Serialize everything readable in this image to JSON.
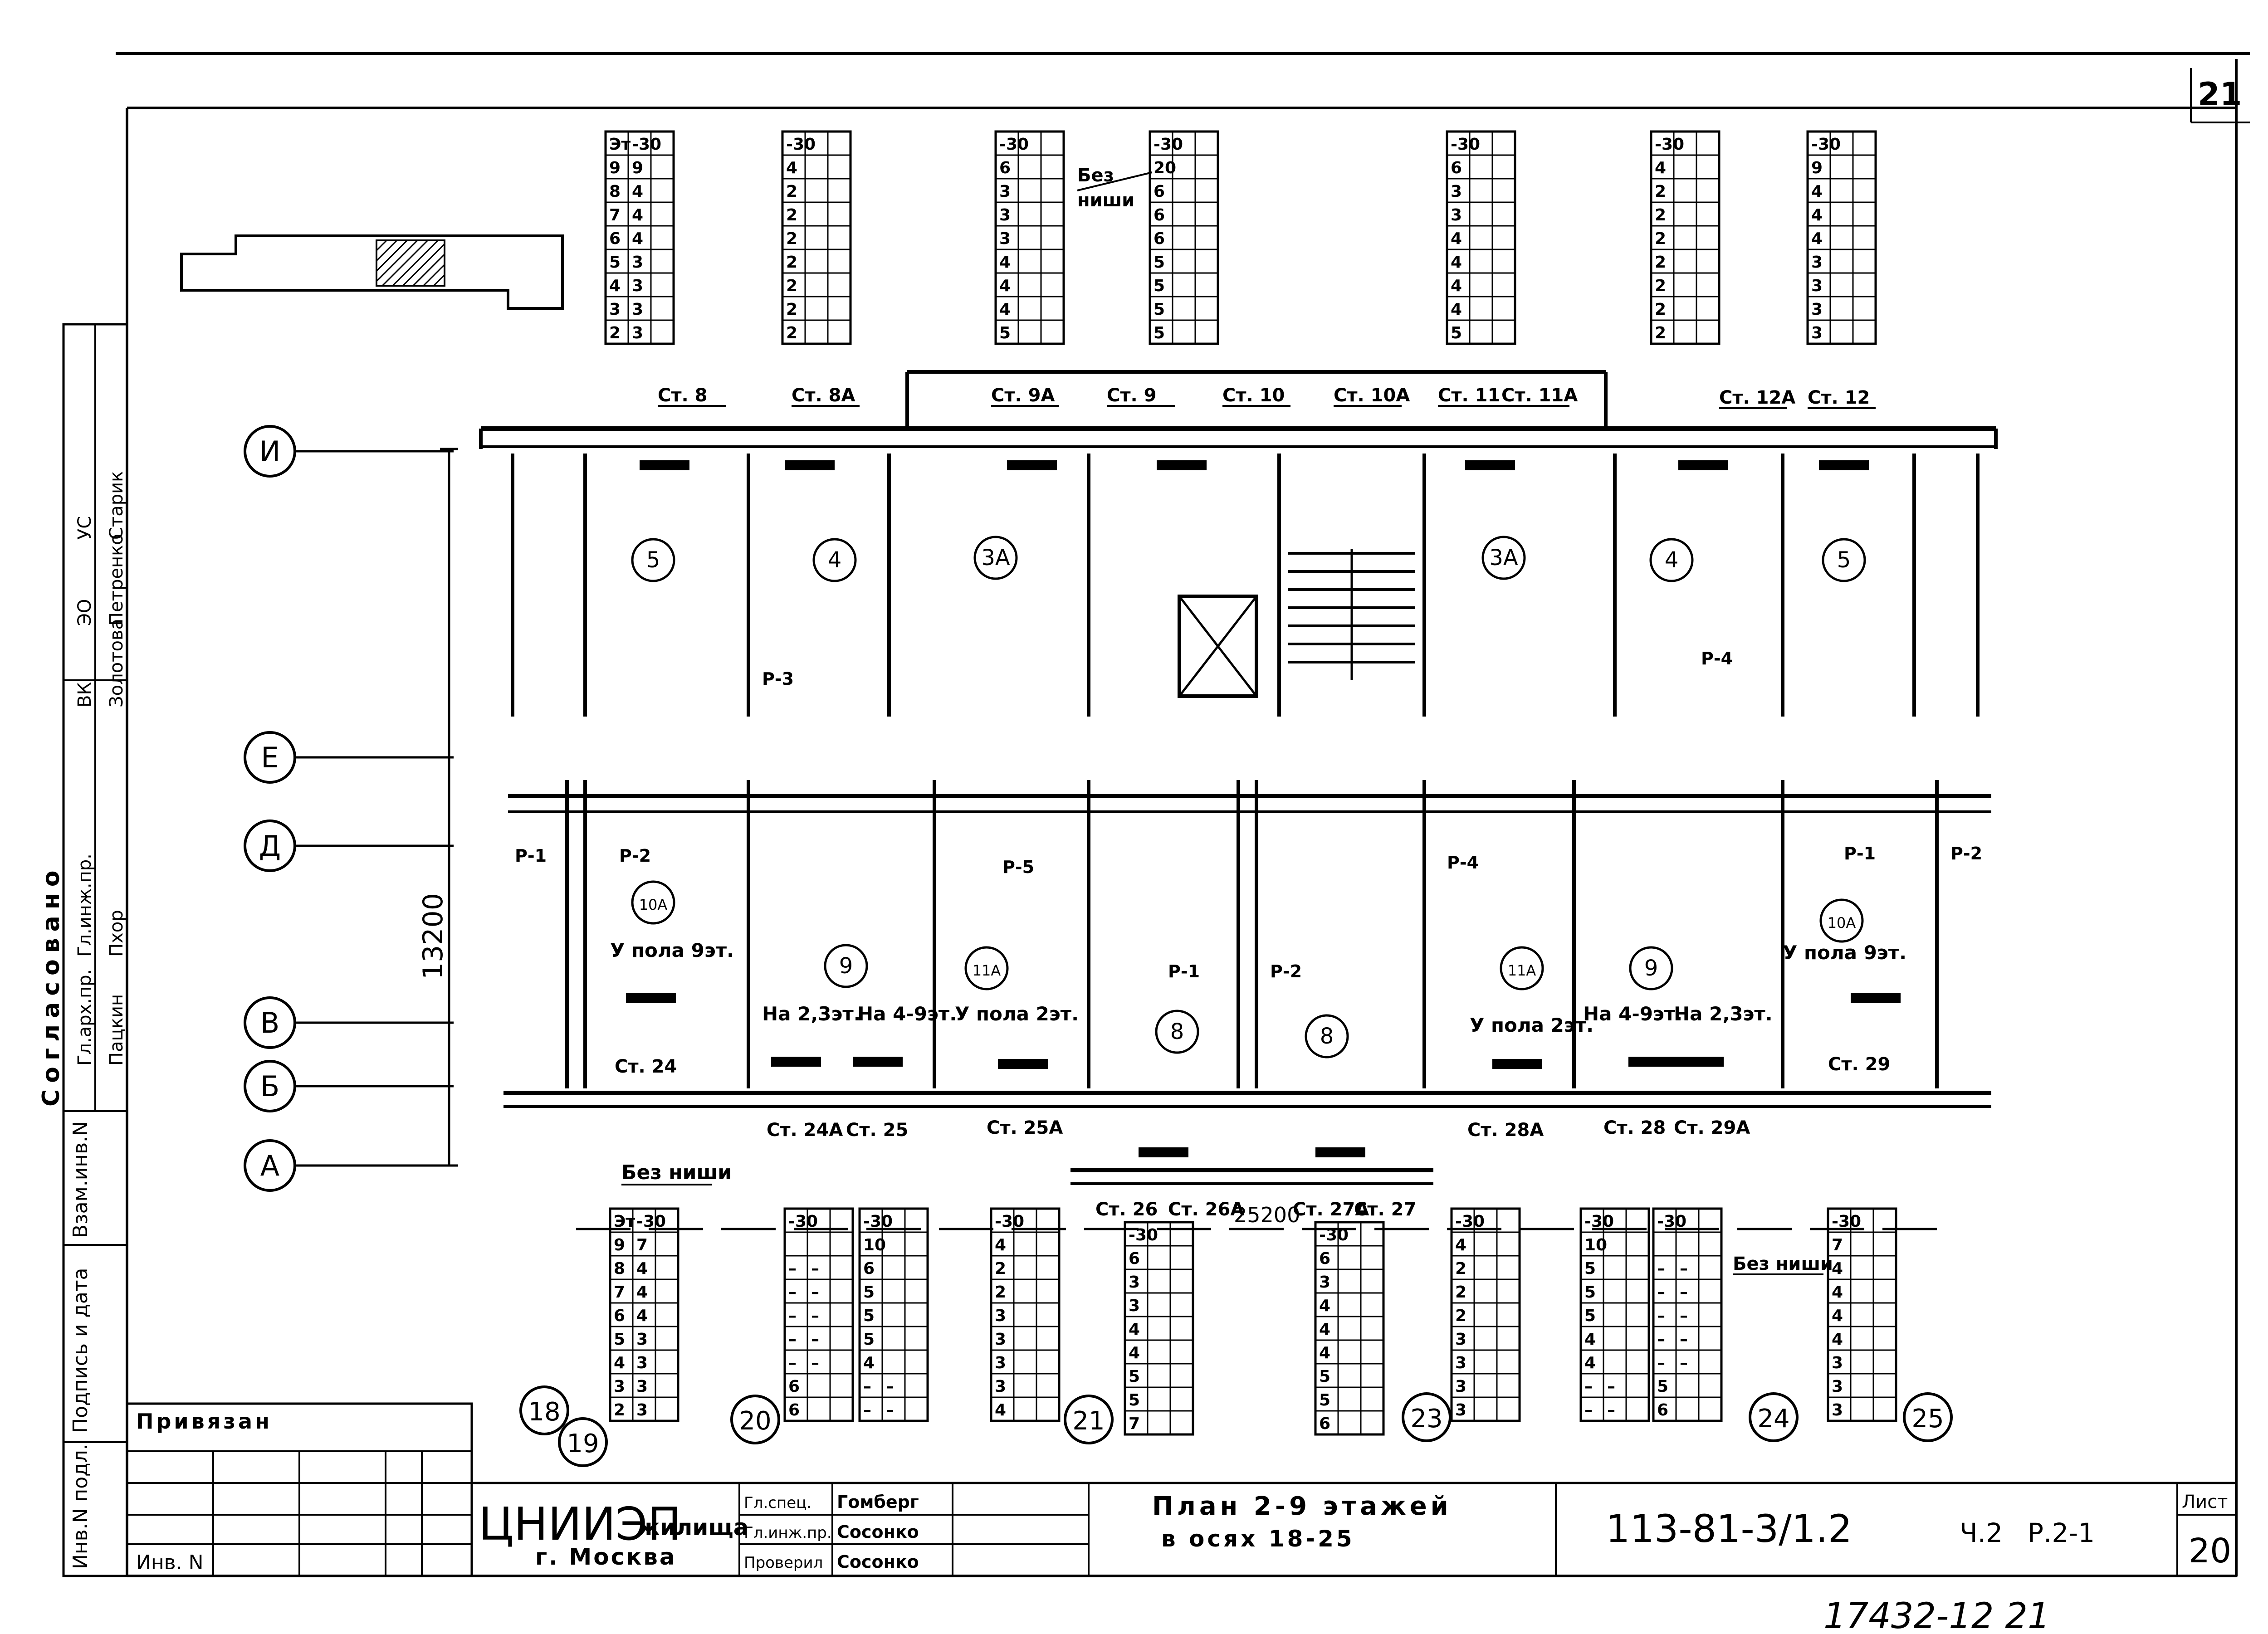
{
  "sheet": {
    "top_right_number": "21",
    "sheet_label": "Лист",
    "sheet_number": "20",
    "handwritten_code": "17432-12 21",
    "designation": "113-81-3/1.2",
    "part": "Ч.2",
    "section": "Р.2-1",
    "title_line1": "План 2-9 этажей",
    "title_line2": "в осях 18-25",
    "org_name": "ЦНИИЭП",
    "org_suffix": "жилища",
    "city": "г. Москва",
    "privyazan": "Привязан",
    "inv_no": "Инв. N"
  },
  "signatures": [
    {
      "role": "Гл.спец.",
      "name": "Гомберг"
    },
    {
      "role": "Гл.инж.пр.",
      "name": "Сосонко"
    },
    {
      "role": "Проверил",
      "name": "Сосонко"
    }
  ],
  "side_stamp": {
    "approval_header": "Согласовано",
    "rows": [
      {
        "dept": "ВК",
        "name": "Золотова"
      },
      {
        "dept": "ЭО",
        "name": "Петренко"
      },
      {
        "dept": "УС",
        "name": "Старик"
      },
      {
        "dept": "Гл.арх.пр.",
        "name": "Пацкин"
      },
      {
        "dept": "Гл.инж.пр.",
        "name": "Пхор"
      }
    ],
    "fields": [
      "Взам.инв.N",
      "Подпись и дата",
      "Инв.N подл."
    ]
  },
  "axes": {
    "rows": [
      "И",
      "Е",
      "Д",
      "В",
      "Б",
      "А"
    ],
    "columns": [
      "18",
      "19",
      "20",
      "21",
      "23",
      "24",
      "25"
    ]
  },
  "dimensions": {
    "vertical": "13200",
    "horizontal": "25200"
  },
  "rooms": [
    "5",
    "4",
    "3А",
    "3А",
    "4",
    "5",
    "10А",
    "9",
    "11А",
    "8",
    "8",
    "11А",
    "9",
    "10А"
  ],
  "risers_labels": {
    "top": [
      "Ст. 8",
      "Ст. 8А",
      "Ст. 9А",
      "Ст. 9",
      "Ст. 10",
      "Ст. 10А",
      "Ст. 11",
      "Ст. 11А",
      "Ст. 12А",
      "Ст. 12"
    ],
    "bottom": [
      "Ст. 24",
      "Ст. 24А",
      "Ст. 25",
      "Ст. 25А",
      "Ст. 26",
      "Ст. 26А",
      "Ст. 27А",
      "Ст. 27",
      "Ст. 28А",
      "Ст. 28",
      "Ст. 29А",
      "Ст. 29"
    ]
  },
  "fixture_labels": [
    "Р-1",
    "Р-2",
    "Р-3",
    "Р-4",
    "Р-5",
    "Р-1",
    "Р-2",
    "Р-4",
    "Р-1",
    "Р-2"
  ],
  "notes": {
    "bez_nishi": "Без ниши",
    "bez_nishi_break": [
      "Без",
      "ниши"
    ],
    "u_pola_9": "У пола 9эт.",
    "u_pola_2": "У пола 2эт.",
    "na_23": "На 2,3эт.",
    "na_49": "На 4-9эт."
  },
  "schedule_tables": {
    "top": [
      {
        "head": [
          "Эт",
          "-30"
        ],
        "rows": [
          [
            "9",
            "9"
          ],
          [
            "8",
            "4"
          ],
          [
            "7",
            "4"
          ],
          [
            "6",
            "4"
          ],
          [
            "5",
            "3"
          ],
          [
            "4",
            "3"
          ],
          [
            "3",
            "3"
          ],
          [
            "2",
            "3"
          ]
        ]
      },
      {
        "head": [
          "-30"
        ],
        "rows": [
          [
            "4"
          ],
          [
            "2"
          ],
          [
            "2"
          ],
          [
            "2"
          ],
          [
            "2"
          ],
          [
            "2"
          ],
          [
            "2"
          ],
          [
            "2"
          ]
        ]
      },
      {
        "head": [
          "-30"
        ],
        "rows": [
          [
            "6"
          ],
          [
            "3"
          ],
          [
            "3"
          ],
          [
            "3"
          ],
          [
            "4"
          ],
          [
            "4"
          ],
          [
            "4"
          ],
          [
            "5"
          ]
        ]
      },
      {
        "head": [
          "-30"
        ],
        "rows": [
          [
            "20"
          ],
          [
            "6"
          ],
          [
            "6"
          ],
          [
            "6"
          ],
          [
            "5"
          ],
          [
            "5"
          ],
          [
            "5"
          ],
          [
            "5"
          ]
        ]
      },
      {
        "head": [
          "-30"
        ],
        "rows": [
          [
            "6"
          ],
          [
            "3"
          ],
          [
            "3"
          ],
          [
            "4"
          ],
          [
            "4"
          ],
          [
            "4"
          ],
          [
            "4"
          ],
          [
            "5"
          ]
        ]
      },
      {
        "head": [
          "-30"
        ],
        "rows": [
          [
            "4"
          ],
          [
            "2"
          ],
          [
            "2"
          ],
          [
            "2"
          ],
          [
            "2"
          ],
          [
            "2"
          ],
          [
            "2"
          ],
          [
            "2"
          ]
        ]
      },
      {
        "head": [
          "-30"
        ],
        "rows": [
          [
            "9"
          ],
          [
            "4"
          ],
          [
            "4"
          ],
          [
            "4"
          ],
          [
            "3"
          ],
          [
            "3"
          ],
          [
            "3"
          ],
          [
            "3"
          ]
        ]
      }
    ],
    "bottom": [
      {
        "head": [
          "Эт",
          "-30"
        ],
        "rows": [
          [
            "9",
            "7"
          ],
          [
            "8",
            "4"
          ],
          [
            "7",
            "4"
          ],
          [
            "6",
            "4"
          ],
          [
            "5",
            "3"
          ],
          [
            "4",
            "3"
          ],
          [
            "3",
            "3"
          ],
          [
            "2",
            "3"
          ]
        ]
      },
      {
        "head": [
          "-30"
        ],
        "rows": [
          [
            ""
          ],
          [
            "–",
            "–"
          ],
          [
            "–",
            "–"
          ],
          [
            "–",
            "–"
          ],
          [
            "–",
            "–"
          ],
          [
            "–",
            "–"
          ],
          [
            "6",
            ""
          ],
          [
            "6",
            ""
          ]
        ]
      },
      {
        "head": [
          "-30"
        ],
        "rows": [
          [
            "10"
          ],
          [
            "6"
          ],
          [
            "5"
          ],
          [
            "5"
          ],
          [
            "5"
          ],
          [
            "4"
          ],
          [
            "–",
            "–"
          ],
          [
            "–",
            "–"
          ]
        ]
      },
      {
        "head": [
          "-30"
        ],
        "rows": [
          [
            "4"
          ],
          [
            "2"
          ],
          [
            "2"
          ],
          [
            "3"
          ],
          [
            "3"
          ],
          [
            "3"
          ],
          [
            "3"
          ],
          [
            "4"
          ]
        ]
      },
      {
        "head": [
          "-30"
        ],
        "rows": [
          [
            "6"
          ],
          [
            "3"
          ],
          [
            "3"
          ],
          [
            "4"
          ],
          [
            "4"
          ],
          [
            "5"
          ],
          [
            "5"
          ],
          [
            "7"
          ]
        ]
      },
      {
        "head": [
          "-30"
        ],
        "rows": [
          [
            "6"
          ],
          [
            "3"
          ],
          [
            "4"
          ],
          [
            "4"
          ],
          [
            "4"
          ],
          [
            "5"
          ],
          [
            "5"
          ],
          [
            "6"
          ]
        ]
      },
      {
        "head": [
          "-30"
        ],
        "rows": [
          [
            "4"
          ],
          [
            "2"
          ],
          [
            "2"
          ],
          [
            "2"
          ],
          [
            "3"
          ],
          [
            "3"
          ],
          [
            "3"
          ],
          [
            "3"
          ]
        ]
      },
      {
        "head": [
          "-30"
        ],
        "rows": [
          [
            "10"
          ],
          [
            "5"
          ],
          [
            "5"
          ],
          [
            "5"
          ],
          [
            "4"
          ],
          [
            "4"
          ],
          [
            "–",
            "–"
          ],
          [
            "–",
            "–"
          ]
        ]
      },
      {
        "head": [
          "-30"
        ],
        "rows": [
          [
            ""
          ],
          [
            "–",
            "–"
          ],
          [
            "–",
            "–"
          ],
          [
            "–",
            "–"
          ],
          [
            "–",
            "–"
          ],
          [
            "–",
            "–"
          ],
          [
            "5",
            ""
          ],
          [
            "6",
            ""
          ]
        ]
      },
      {
        "head": [
          "-30"
        ],
        "rows": [
          [
            "7"
          ],
          [
            "4"
          ],
          [
            "4"
          ],
          [
            "4"
          ],
          [
            "4"
          ],
          [
            "3"
          ],
          [
            "3"
          ],
          [
            "3"
          ]
        ]
      }
    ]
  }
}
